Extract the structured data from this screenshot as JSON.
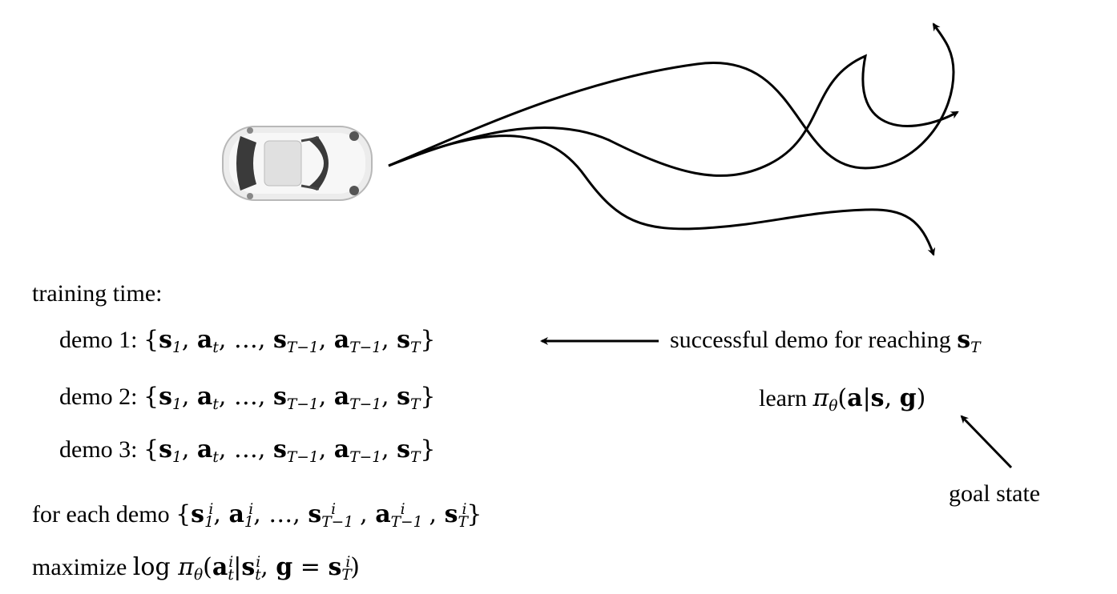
{
  "training_time_label": "training time:",
  "demos": [
    {
      "label": "demo 1:"
    },
    {
      "label": "demo 2:"
    },
    {
      "label": "demo 3:"
    }
  ],
  "annotation_successful": "successful demo for reaching",
  "learn_label": "learn",
  "goal_state_label": "goal state",
  "for_each_label": "for each demo",
  "maximize_label": "maximize",
  "log_label": "log",
  "colors": {
    "ink": "#000000",
    "car_body": "#e9e9e9",
    "car_glass": "#3a3a3a"
  }
}
